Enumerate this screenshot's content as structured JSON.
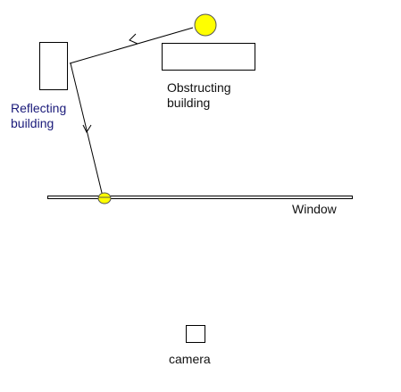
{
  "labels": {
    "obstructing_line1": "Obstructing",
    "obstructing_line2": "building",
    "reflecting_line1": "Reflecting",
    "reflecting_line2": "building",
    "window": "Window",
    "camera": "camera"
  },
  "colors": {
    "sun_fill": "#ffff00",
    "sun_outline": "#555555",
    "reflecting_label": "#1a1a7a",
    "line": "#000000",
    "background": "#ffffff"
  }
}
